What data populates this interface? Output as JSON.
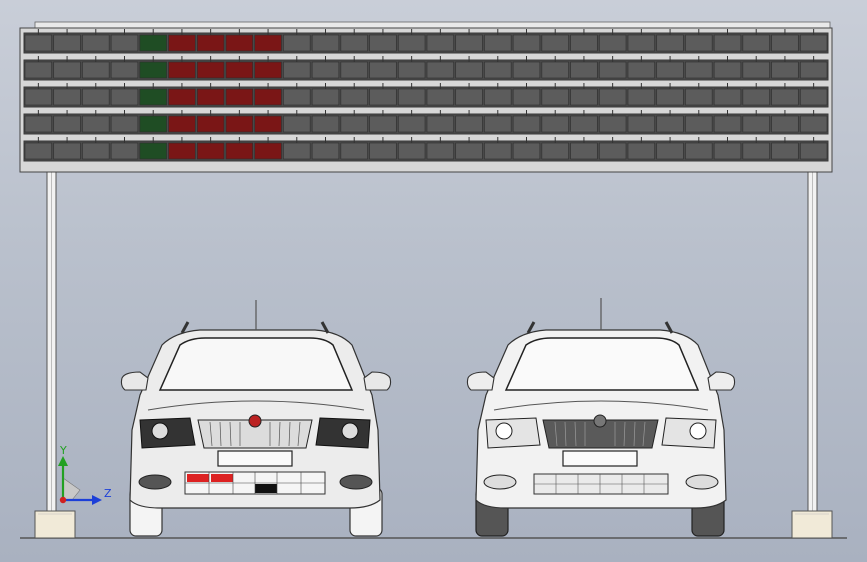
{
  "viewport": {
    "background_top": "#c9ced8",
    "background_bottom": "#a9b1c0"
  },
  "gantry_sign": {
    "rows": 5,
    "columns": 28,
    "frame_color": "#3a3a3a",
    "panel_color": "#4a4a4a",
    "highlight_green": "#1f4d24",
    "highlight_red": "#7a1616"
  },
  "vehicles": [
    {
      "name": "left-car",
      "model": "estate",
      "body_color": "#e8e8e8"
    },
    {
      "name": "right-car",
      "model": "estate",
      "body_color": "#efefef"
    }
  ],
  "triad": {
    "y_label": "Y",
    "z_label": "Z",
    "y_color": "#22a022",
    "z_color": "#1c3fd8",
    "x_color": "#d02020"
  }
}
